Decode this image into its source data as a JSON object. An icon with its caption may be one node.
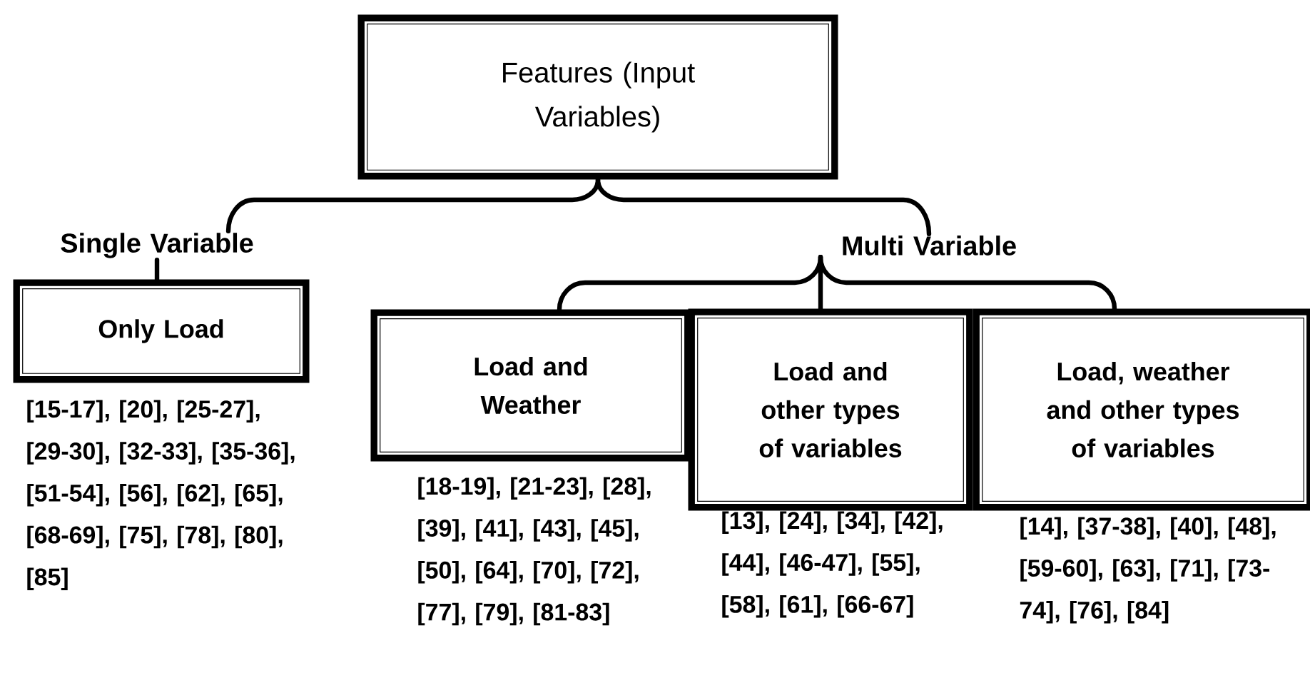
{
  "diagram": {
    "nodes": [
      {
        "text": [
          "Features (Input Variables)"
        ]
      },
      {
        "text": [
          "Single Variable"
        ]
      },
      {
        "text": [
          "Multi Variable"
        ]
      },
      {
        "text": [
          "Only Load"
        ],
        "beside": [
          "[15-17], [20], [25-27], [29-30], [32-33], [35-36], [51-54], [56], [62], [65], [68-69], [75], [78], [80], [85]"
        ]
      },
      {
        "text": [
          "Load and Weather"
        ],
        "beside": [
          "[18-19], [21-23], [28], [39], [41], [43], [45], [50], [64], [70], [72], [77], [79], [81-83]"
        ]
      },
      {
        "text": [
          "Load and other types of variables"
        ],
        "beside": [
          "[13], [24], [34], [42], [44], [46-47], [55], [58], [61], [66-67]"
        ]
      },
      {
        "text": [
          "Load, weather and other types of variables"
        ],
        "beside": [
          "[14], [37-38], [40], [48], [59-60], [63], [71], [73-74], [76], [84]"
        ]
      }
    ],
    "edges": [
      {
        "from": 0,
        "to": 1,
        "arrow": "none"
      },
      {
        "from": 0,
        "to": 2,
        "arrow": "none"
      },
      {
        "from": 1,
        "to": 3,
        "arrow": "none"
      },
      {
        "from": 2,
        "to": 4,
        "arrow": "none"
      },
      {
        "from": 2,
        "to": 5,
        "arrow": "none"
      },
      {
        "from": 2,
        "to": 6,
        "arrow": "none"
      }
    ]
  }
}
